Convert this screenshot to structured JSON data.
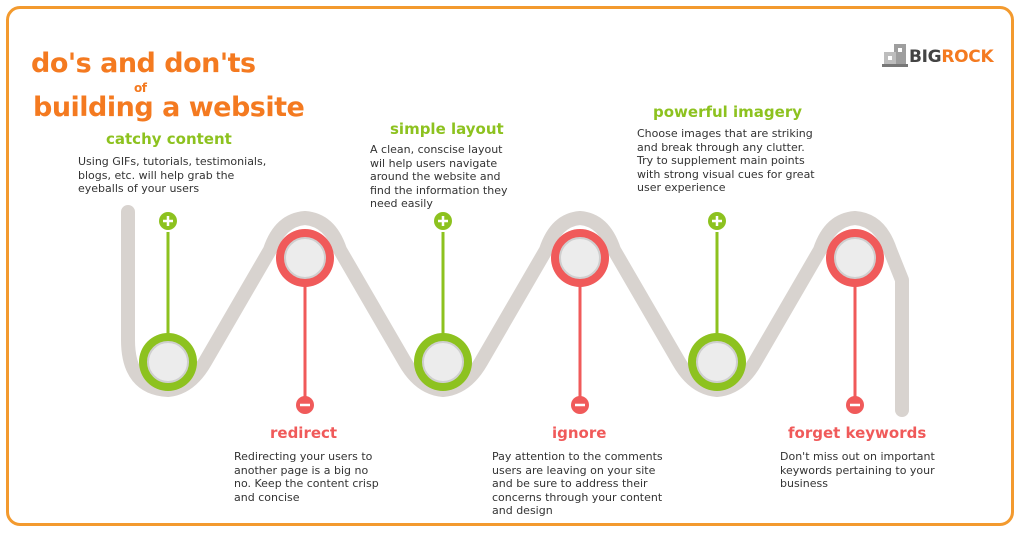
{
  "title": {
    "line1": "do's and don'ts",
    "connector": "of",
    "line2": "building a website"
  },
  "logo": {
    "big": "BIG",
    "rock": "ROCK",
    "icon": "building-blocks-icon"
  },
  "colors": {
    "do": "#8dc21f",
    "dont": "#f05a5a",
    "title": "#f47a20",
    "track": "#d8d3cf",
    "border": "#f39a2e"
  },
  "dos": [
    {
      "heading": "catchy content",
      "text": "Using GIFs, tutorials, testimonials, blogs, etc. will help grab the eyeballs of your users",
      "icon": "plus-icon"
    },
    {
      "heading": "simple layout",
      "text": "A clean, conscise layout wil help users navigate around the website and find the information they need easily",
      "icon": "plus-icon"
    },
    {
      "heading": "powerful imagery",
      "text": "Choose images that are striking and break through any clutter. Try to supplement main points with strong visual cues for great user experience",
      "icon": "plus-icon"
    }
  ],
  "donts": [
    {
      "heading": "redirect",
      "text": "Redirecting your users to another page is a big no no. Keep the content crisp and concise",
      "icon": "minus-icon"
    },
    {
      "heading": "ignore",
      "text": "Pay attention to the comments users are leaving on your site and be sure to address their concerns through your content and design",
      "icon": "minus-icon"
    },
    {
      "heading": "forget keywords",
      "text": "Don't miss out on important keywords pertaining to your business",
      "icon": "minus-icon"
    }
  ]
}
